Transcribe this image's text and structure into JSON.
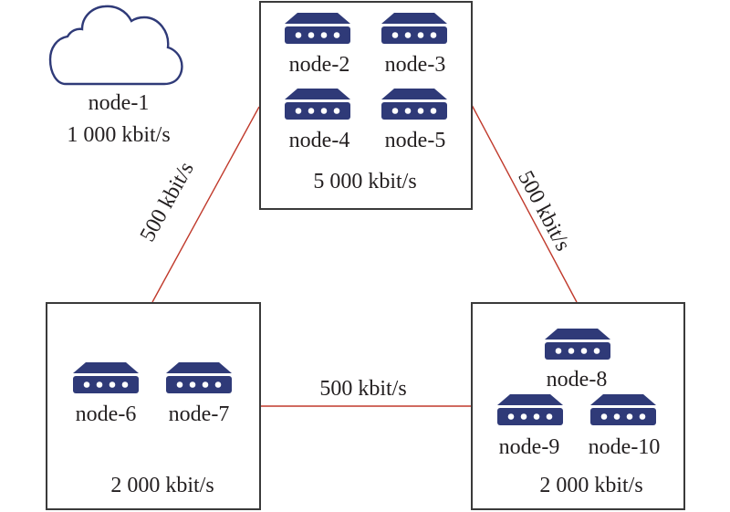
{
  "colors": {
    "device": "#2f3a78",
    "link": "#c0392b",
    "box_border": "#3a3a3a",
    "text": "#231f20"
  },
  "cloud": {
    "icon": "cloud-icon",
    "name": "node-1",
    "bandwidth": "1 000 kbit/s"
  },
  "groups": [
    {
      "id": "top",
      "bandwidth": "5 000 kbit/s",
      "nodes": [
        {
          "name": "node-2",
          "icon": "network-switch-icon"
        },
        {
          "name": "node-3",
          "icon": "network-switch-icon"
        },
        {
          "name": "node-4",
          "icon": "network-switch-icon"
        },
        {
          "name": "node-5",
          "icon": "network-switch-icon"
        }
      ]
    },
    {
      "id": "bottom-left",
      "bandwidth": "2 000 kbit/s",
      "nodes": [
        {
          "name": "node-6",
          "icon": "network-switch-icon"
        },
        {
          "name": "node-7",
          "icon": "network-switch-icon"
        }
      ]
    },
    {
      "id": "bottom-right",
      "bandwidth": "2 000 kbit/s",
      "nodes": [
        {
          "name": "node-8",
          "icon": "network-switch-icon"
        },
        {
          "name": "node-9",
          "icon": "network-switch-icon"
        },
        {
          "name": "node-10",
          "icon": "network-switch-icon"
        }
      ]
    }
  ],
  "links": [
    {
      "from": "top",
      "to": "bottom-left",
      "bandwidth": "500 kbit/s"
    },
    {
      "from": "top",
      "to": "bottom-right",
      "bandwidth": "500 kbit/s"
    },
    {
      "from": "bottom-left",
      "to": "bottom-right",
      "bandwidth": "500 kbit/s"
    }
  ]
}
